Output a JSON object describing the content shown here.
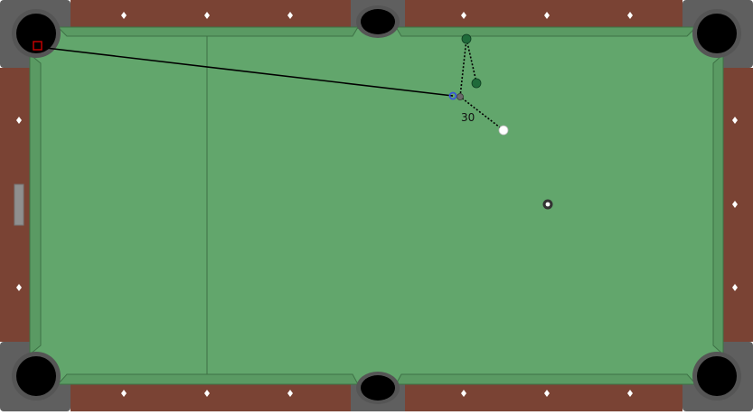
{
  "table": {
    "colors": {
      "felt": "#62a66c",
      "rail_wood": "#7a4334",
      "cushion": "#5a9a63",
      "pocket": "#000000",
      "pocket_liner": "#555555",
      "diamond": "#ffffff",
      "head_string": "#3f6f44"
    }
  },
  "shot": {
    "angle_label": "30",
    "cue_line_color": "#000000",
    "aim_marker_color": "#3a55d9",
    "target_pocket_marker_color": "#cc0000"
  },
  "balls": [
    {
      "id": "cue-ball",
      "color": "#ffffff"
    },
    {
      "id": "green-ball-rail",
      "color": "#1f6b3a"
    },
    {
      "id": "green-ball-deflect",
      "color": "#1f6b3a"
    },
    {
      "id": "ghost-ball",
      "color": "#6a6a6a"
    },
    {
      "id": "eight-ball",
      "color": "#333333"
    }
  ]
}
